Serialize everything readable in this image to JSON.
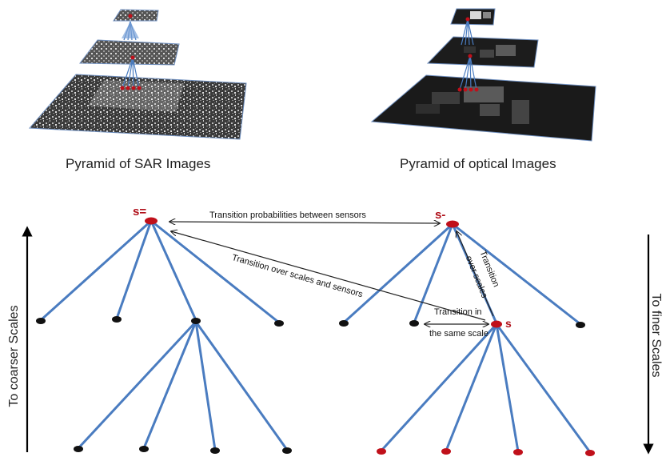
{
  "captions": {
    "sar": "Pyramid of SAR Images",
    "optical": "Pyramid of optical Images"
  },
  "node_labels": {
    "left_parent": "s=",
    "right_parent": "s-",
    "right_node": "s"
  },
  "edge_labels": {
    "between_sensors": "Transition probabilities between sensors",
    "over_scales_sensors": "Transition  over scales and sensors",
    "over_scales_line1": "Transition",
    "over_scales_line2": "over scales",
    "same_scale_line1": "Transition in",
    "same_scale_line2": "the same scale"
  },
  "axis_labels": {
    "left": "To coarser  Scales",
    "right": "To finer Scales"
  },
  "colors": {
    "edge": "#4a7cc0",
    "node_black": "#111111",
    "node_red": "#c0101a",
    "label_red": "#b0101a"
  }
}
